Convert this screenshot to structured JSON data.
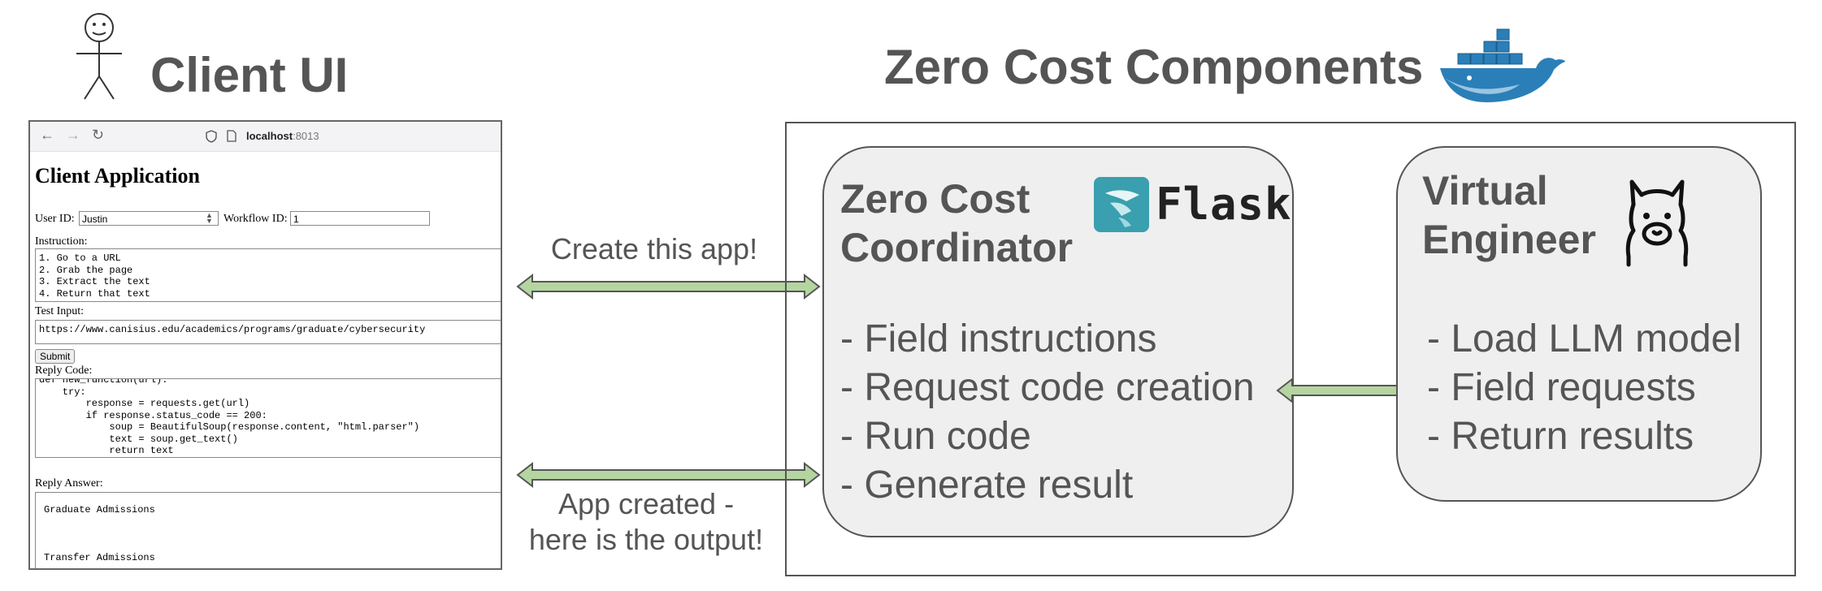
{
  "client": {
    "title": "Client UI",
    "browser": {
      "back": "←",
      "forward": "→",
      "reload": "↻",
      "url_host": "localhost",
      "url_port": ":8013"
    },
    "app_title": "Client Application",
    "user_id_label": "User ID:",
    "user_id_value": "Justin",
    "workflow_id_label": "Workflow ID:",
    "workflow_id_value": "1",
    "instruction_label": "Instruction:",
    "instruction_lines": [
      "1. Go to a URL",
      "2. Grab the page",
      "3. Extract the text",
      "4. Return that text"
    ],
    "test_input_label": "Test Input:",
    "test_input_value": "https://www.canisius.edu/academics/programs/graduate/cybersecurity",
    "submit_label": "Submit",
    "reply_code_label": "Reply Code:",
    "reply_code_lines": [
      "def new_function(url):",
      "    try:",
      "        response = requests.get(url)",
      "        if response.status_code == 200:",
      "            soup = BeautifulSoup(response.content, \"html.parser\")",
      "            text = soup.get_text()",
      "            return text"
    ],
    "reply_answer_label": "Reply Answer:",
    "reply_answer_line1": "Graduate Admissions",
    "reply_answer_line2": "Transfer Admissions"
  },
  "arrows": {
    "top_label": "Create this app!",
    "bottom_label_line1": "App created -",
    "bottom_label_line2": "here is the output!"
  },
  "components": {
    "title": "Zero Cost Components",
    "coordinator": {
      "title_line1": "Zero Cost",
      "title_line2": "Coordinator",
      "logo_text": "Flask",
      "bullets": [
        "- Field instructions",
        "- Request code creation",
        "- Run code",
        "- Generate result"
      ]
    },
    "engineer": {
      "title_line1": "Virtual",
      "title_line2": "Engineer",
      "bullets": [
        "- Load LLM model",
        "- Field requests",
        "- Return results"
      ]
    }
  },
  "colors": {
    "arrow_fill": "#b5d5a0",
    "arrow_stroke": "#555555",
    "panel_fill": "#efefef",
    "docker_blue": "#2b7fb8",
    "flask_teal": "#3a9fae"
  }
}
